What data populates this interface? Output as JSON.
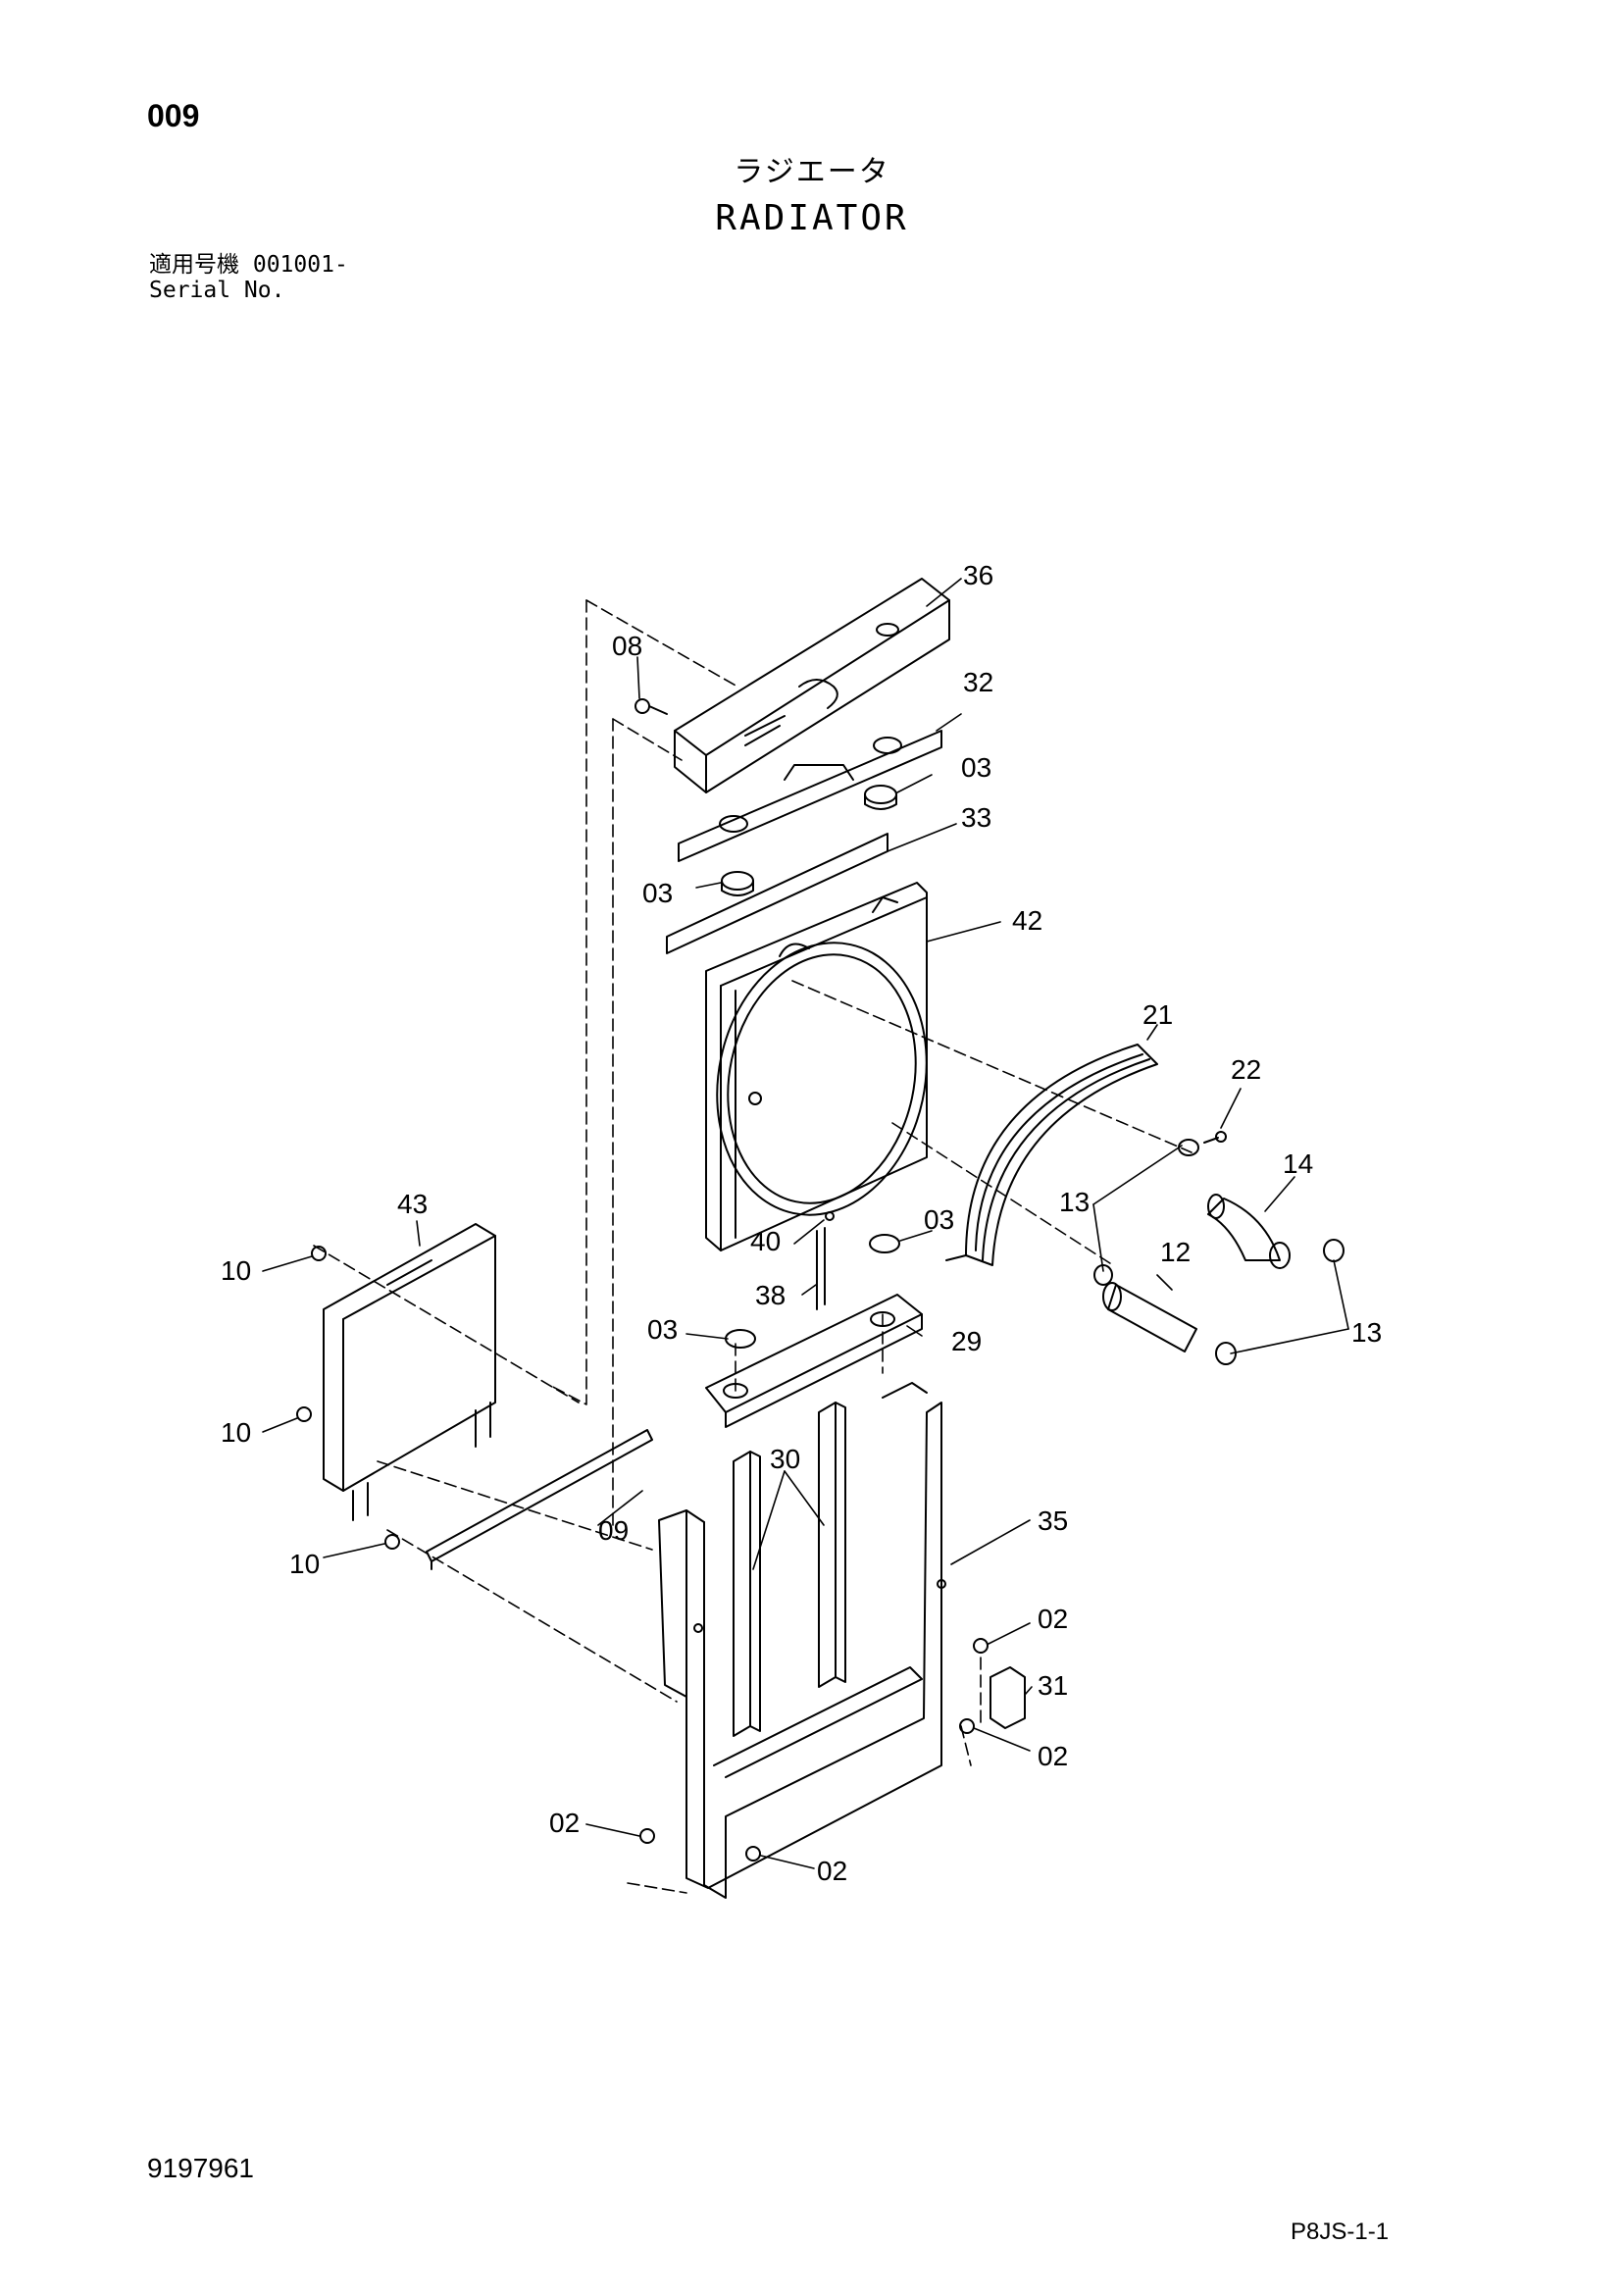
{
  "page": {
    "number": "009",
    "title_jp": "ラジエータ",
    "title_en": "RADIATOR",
    "serial_label_jp": "適用号機",
    "serial_value": "001001-",
    "serial_label_en": "Serial No.",
    "doc_code": "9197961",
    "sheet_ref": "P8JS-1-1"
  },
  "callouts": [
    "36",
    "08",
    "32",
    "03",
    "33",
    "03",
    "42",
    "21",
    "22",
    "14",
    "13",
    "12",
    "13",
    "43",
    "10",
    "40",
    "03",
    "38",
    "03",
    "29",
    "10",
    "30",
    "09",
    "35",
    "10",
    "02",
    "31",
    "02",
    "02",
    "02"
  ]
}
